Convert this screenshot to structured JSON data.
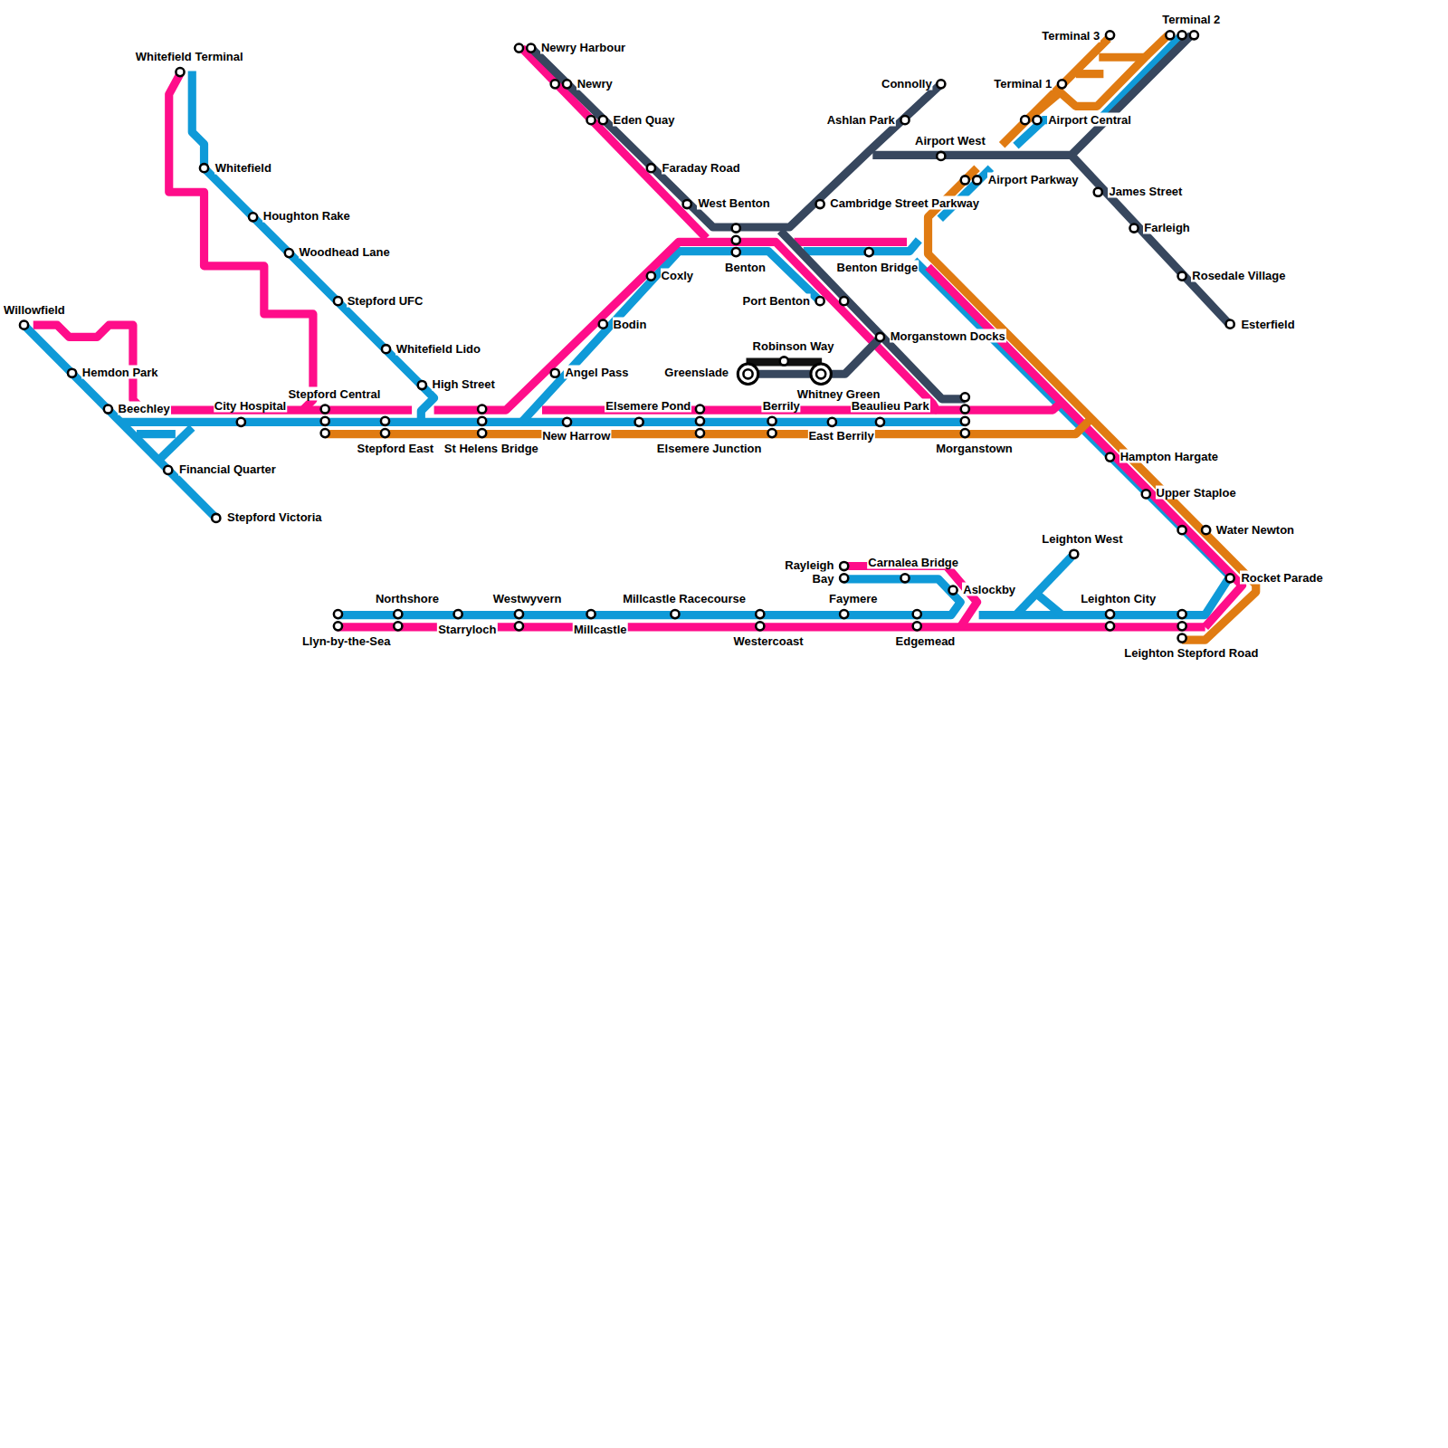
{
  "diagram": {
    "labels": [
      "Whitefield Terminal",
      "Newry Harbour",
      "Terminal 3",
      "Terminal 2",
      "Newry",
      "Connolly",
      "Terminal 1",
      "Eden Quay",
      "Ashlan Park",
      "Airport West",
      "Airport Central",
      "Whitefield",
      "Faraday Road",
      "Airport Parkway",
      "James Street",
      "Houghton Rake",
      "West Benton",
      "Cambridge Street Parkway",
      "Farleigh",
      "Woodhead Lane",
      "Benton",
      "Benton Bridge",
      "Coxly",
      "Rosedale Village",
      "Stepford UFC",
      "Port Benton",
      "Willowfield",
      "Bodin",
      "Esterfield",
      "Morganstown Docks",
      "Whitefield Lido",
      "Robinson Way",
      "Hemdon Park",
      "Angel Pass",
      "Greenslade",
      "High Street",
      "Stepford Central",
      "Whitney Green",
      "City Hospital",
      "Elsemere Pond",
      "Berrily",
      "Beaulieu Park",
      "Beechley",
      "New Harrow",
      "East Berrily",
      "Stepford East",
      "St Helens Bridge",
      "Elsemere Junction",
      "Morganstown",
      "Hampton Hargate",
      "Financial Quarter",
      "Upper Staploe",
      "Stepford Victoria",
      "Water Newton",
      "Leighton West",
      "Rayleigh",
      "Carnalea Bridge",
      "Bay",
      "Rocket Parade",
      "Aslockby",
      "Northshore",
      "Westwyvern",
      "Millcastle Racecourse",
      "Faymere",
      "Leighton City",
      "Starryloch",
      "Millcastle",
      "Llyn-by-the-Sea",
      "Westercoast",
      "Edgemead",
      "Leighton Stepford Road"
    ]
  }
}
